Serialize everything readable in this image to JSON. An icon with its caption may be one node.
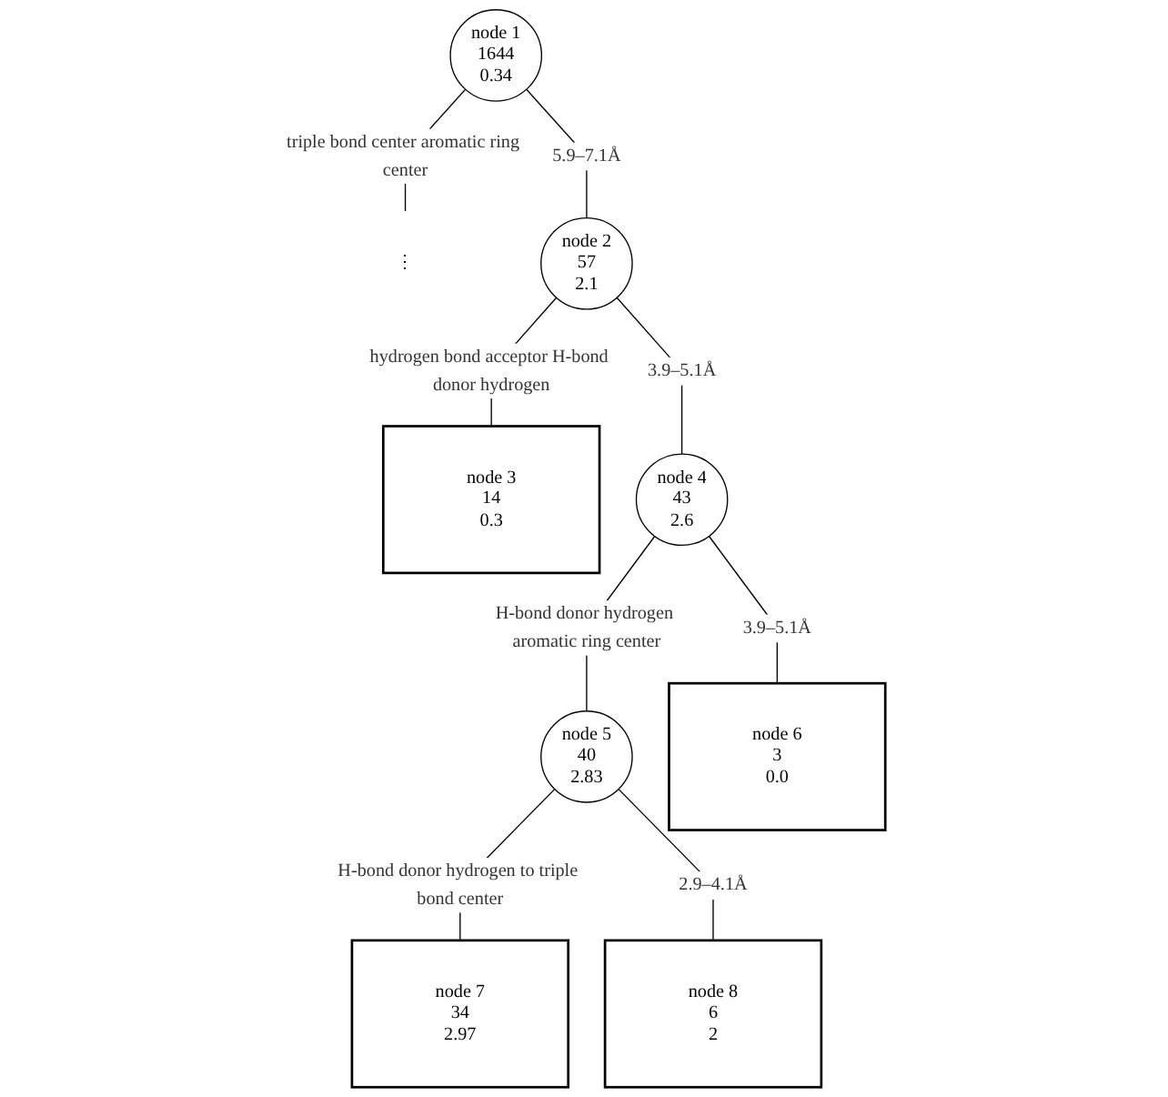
{
  "diagram": {
    "nodes": [
      {
        "text": [
          "node 1",
          "1644",
          "0.34"
        ]
      },
      {
        "text": [
          "⋮"
        ]
      },
      {
        "text": [
          "node 2",
          "57",
          "2.1"
        ]
      },
      {
        "text": [
          "node 3",
          "14",
          "0.3"
        ]
      },
      {
        "text": [
          "node 4",
          "43",
          "2.6"
        ]
      },
      {
        "text": [
          "node 5",
          "40",
          "2.83"
        ]
      },
      {
        "text": [
          "node 6",
          "3",
          "0.0"
        ]
      },
      {
        "text": [
          "node 7",
          "34",
          "2.97"
        ]
      },
      {
        "text": [
          "node 8",
          "6",
          "2"
        ]
      }
    ],
    "edges": [
      {
        "from": 0,
        "to": 1,
        "arrow": "none",
        "label": "triple bond center aromatic ring center"
      },
      {
        "from": 0,
        "to": 2,
        "arrow": "none",
        "label": "5.9–7.1Å"
      },
      {
        "from": 2,
        "to": 3,
        "arrow": "none",
        "label": "hydrogen bond acceptor H-bond donor hydrogen"
      },
      {
        "from": 2,
        "to": 4,
        "arrow": "none",
        "label": "3.9–5.1Å"
      },
      {
        "from": 4,
        "to": 5,
        "arrow": "none",
        "label": "H-bond donor hydrogen aromatic ring center"
      },
      {
        "from": 4,
        "to": 6,
        "arrow": "none",
        "label": "3.9–5.1Å"
      },
      {
        "from": 5,
        "to": 7,
        "arrow": "none",
        "label": "H-bond donor hydrogen to triple bond center"
      },
      {
        "from": 5,
        "to": 8,
        "arrow": "none",
        "label": "2.9–4.1Å"
      }
    ]
  }
}
